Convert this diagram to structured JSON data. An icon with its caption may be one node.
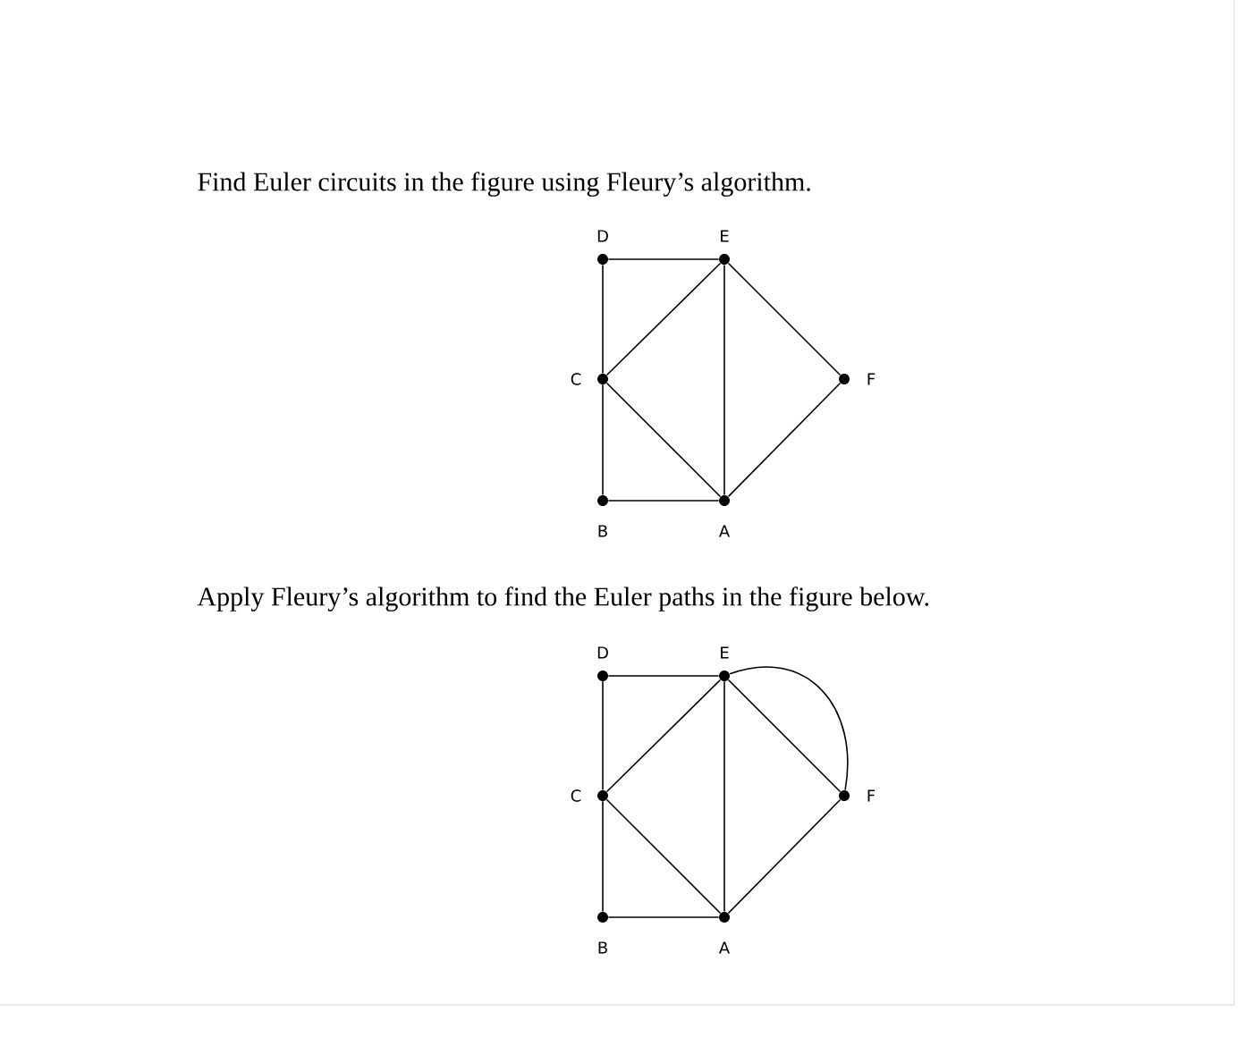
{
  "diagram": {
    "nodes": [
      {
        "text": [],
        "shape": "circle",
        "beside": [
          "D"
        ]
      },
      {
        "text": [],
        "shape": "circle",
        "beside": [
          "E"
        ]
      },
      {
        "text": [],
        "shape": "circle",
        "beside": [
          "C"
        ]
      },
      {
        "text": [],
        "shape": "circle",
        "beside": [
          "F"
        ]
      },
      {
        "text": [],
        "shape": "circle",
        "beside": [
          "B"
        ]
      },
      {
        "text": [],
        "shape": "circle",
        "beside": [
          "A"
        ]
      },
      {
        "text": [],
        "shape": "circle",
        "beside": [
          "D"
        ]
      },
      {
        "text": [],
        "shape": "circle",
        "beside": [
          "E"
        ]
      },
      {
        "text": [],
        "shape": "circle",
        "beside": [
          "C"
        ]
      },
      {
        "text": [],
        "shape": "circle",
        "beside": [
          "F"
        ]
      },
      {
        "text": [],
        "shape": "circle",
        "beside": [
          "B"
        ]
      },
      {
        "text": [],
        "shape": "circle",
        "beside": [
          "A"
        ]
      }
    ],
    "edges": [
      {
        "from": 0,
        "to": 1,
        "arrow": "none"
      },
      {
        "from": 0,
        "to": 2,
        "arrow": "none"
      },
      {
        "from": 2,
        "to": 4,
        "arrow": "none"
      },
      {
        "from": 4,
        "to": 5,
        "arrow": "none"
      },
      {
        "from": 1,
        "to": 5,
        "arrow": "none"
      },
      {
        "from": 2,
        "to": 1,
        "arrow": "none"
      },
      {
        "from": 2,
        "to": 5,
        "arrow": "none"
      },
      {
        "from": 1,
        "to": 3,
        "arrow": "none"
      },
      {
        "from": 3,
        "to": 5,
        "arrow": "none"
      },
      {
        "from": 6,
        "to": 7,
        "arrow": "none"
      },
      {
        "from": 6,
        "to": 8,
        "arrow": "none"
      },
      {
        "from": 8,
        "to": 10,
        "arrow": "none"
      },
      {
        "from": 10,
        "to": 11,
        "arrow": "none"
      },
      {
        "from": 7,
        "to": 11,
        "arrow": "none"
      },
      {
        "from": 8,
        "to": 7,
        "arrow": "none"
      },
      {
        "from": 8,
        "to": 11,
        "arrow": "none"
      },
      {
        "from": 7,
        "to": 9,
        "arrow": "none"
      },
      {
        "from": 7,
        "to": 9,
        "arrow": "none"
      },
      {
        "from": 9,
        "to": 11,
        "arrow": "none"
      }
    ],
    "labels": [
      "Find Euler circuits in the figure using Fleury’s algorithm.",
      "Apply Fleury’s algorithm to find the Euler paths in the figure below."
    ]
  }
}
